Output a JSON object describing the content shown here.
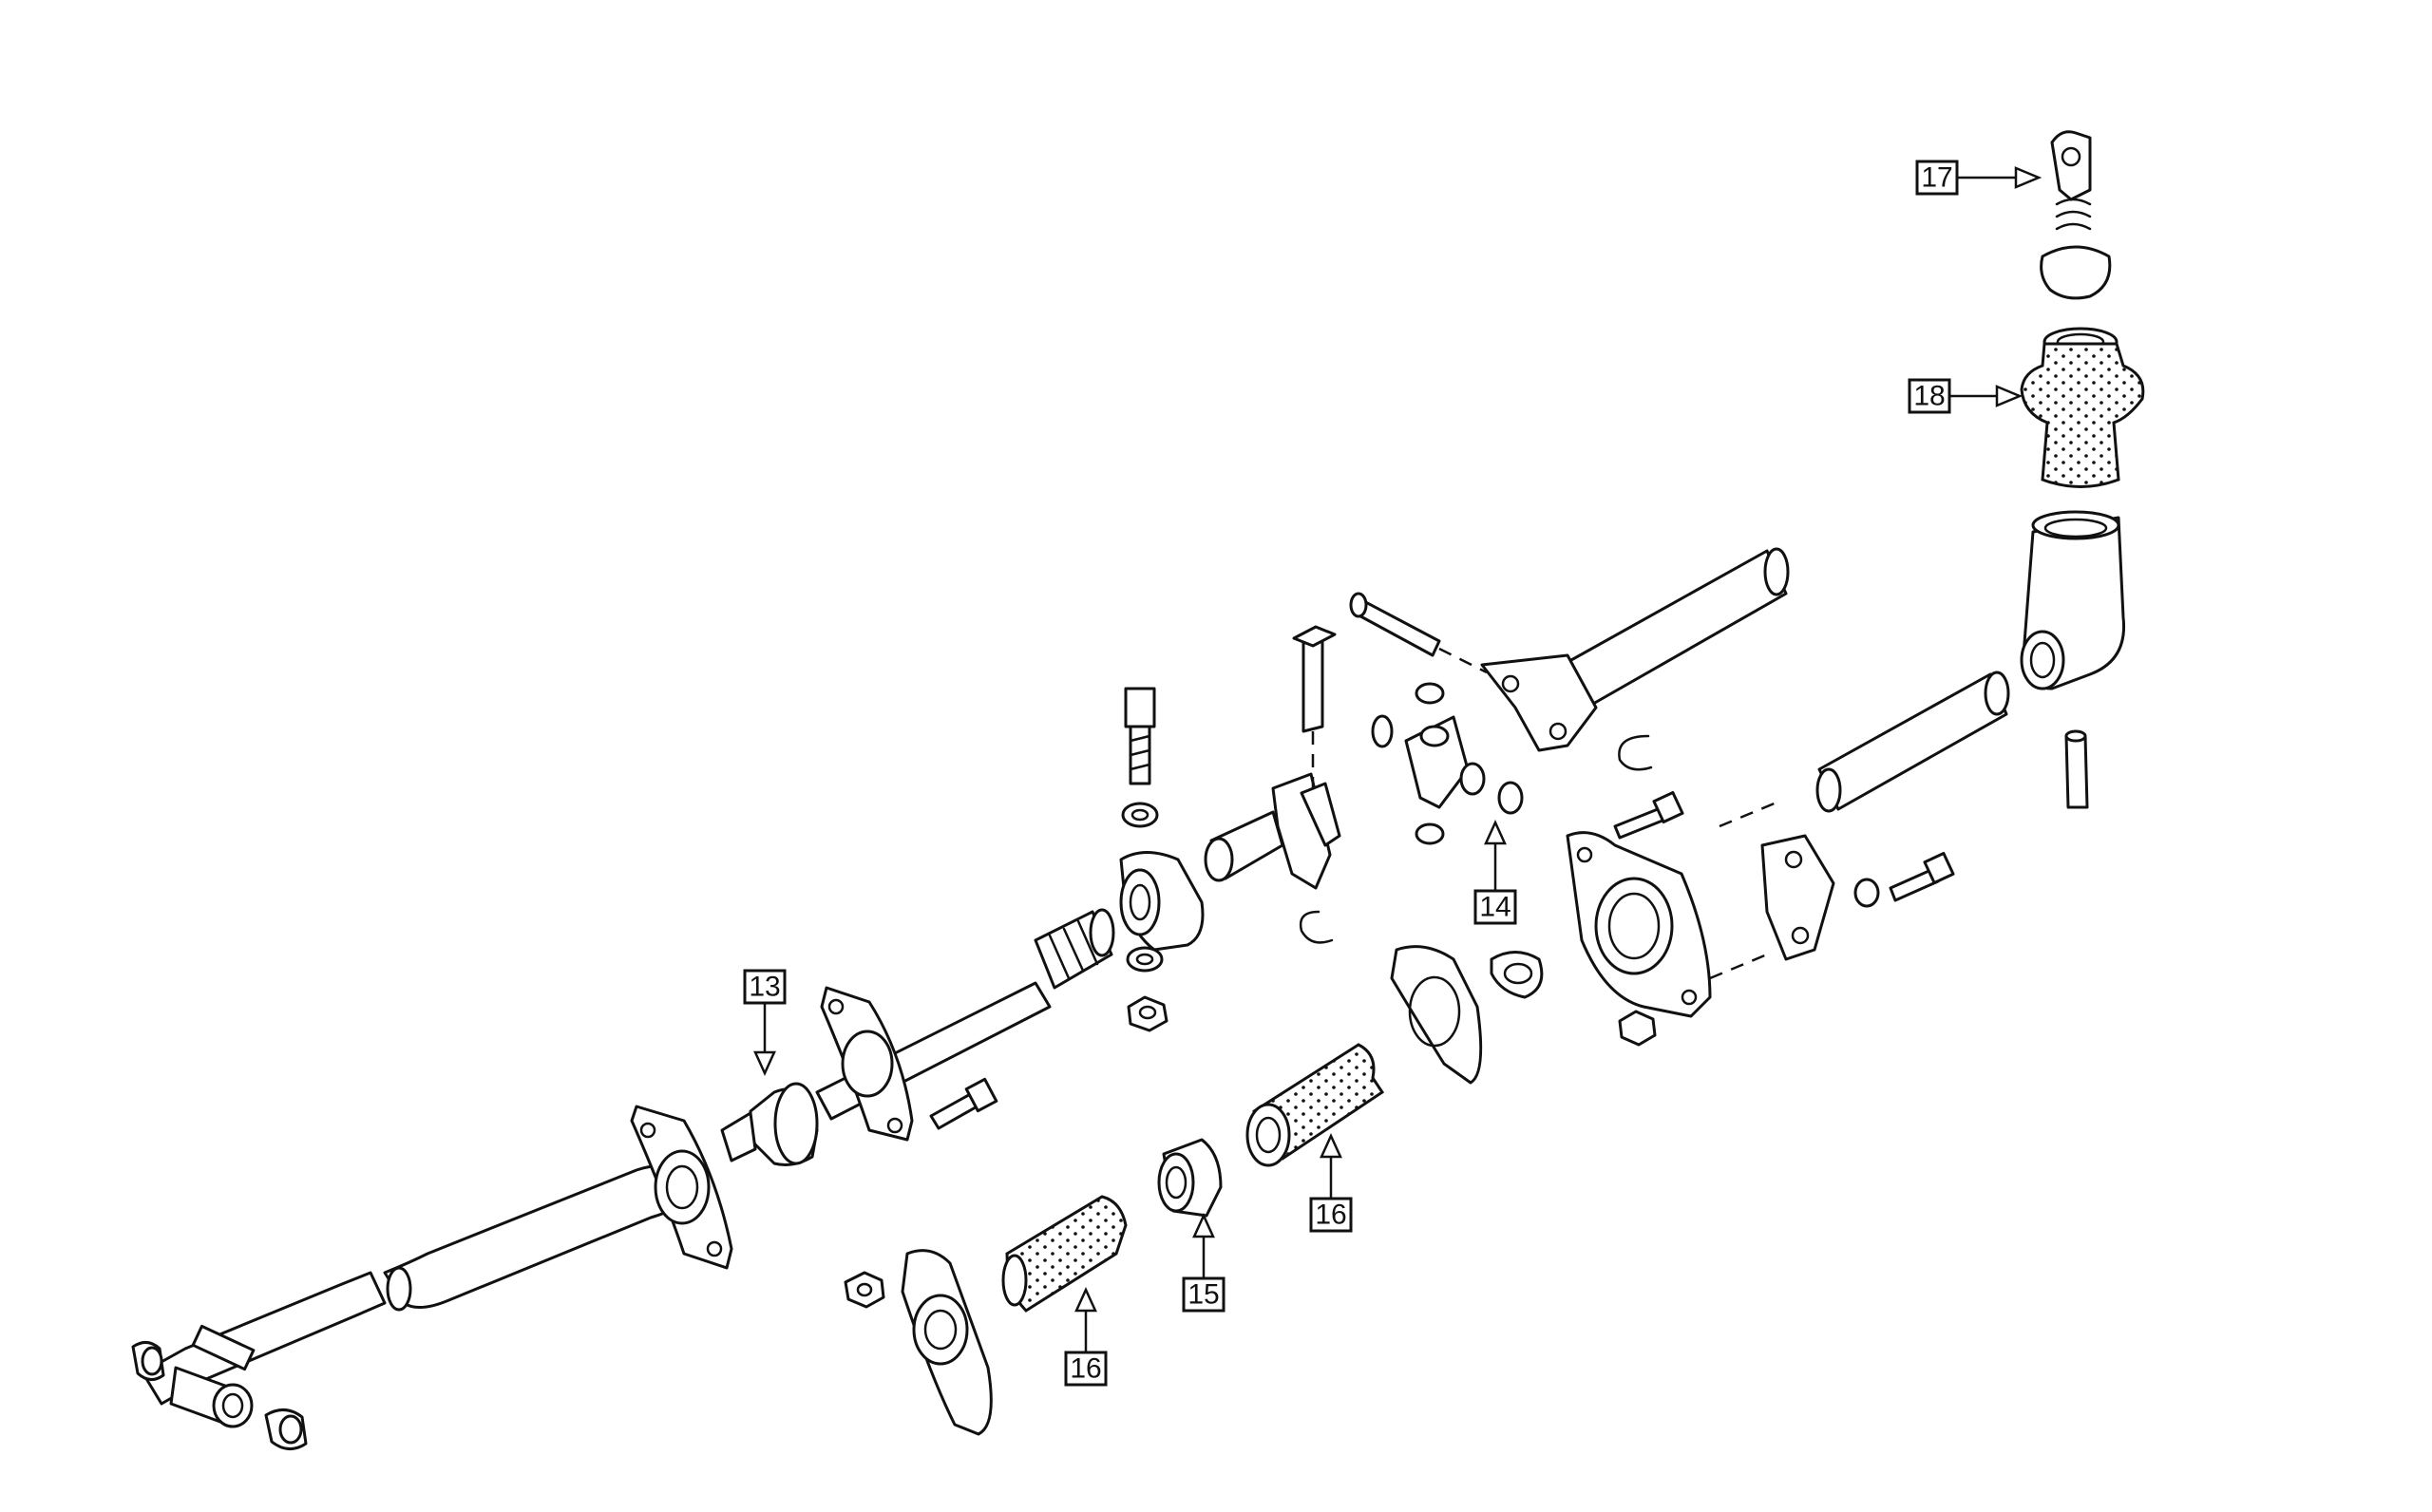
{
  "callouts": [
    {
      "id": "c13",
      "label": "13"
    },
    {
      "id": "c14",
      "label": "14"
    },
    {
      "id": "c15",
      "label": "15"
    },
    {
      "id": "c16a",
      "label": "16"
    },
    {
      "id": "c16b",
      "label": "16"
    },
    {
      "id": "c17",
      "label": "17"
    },
    {
      "id": "c18",
      "label": "18"
    }
  ],
  "colors": {
    "line": "#111111",
    "background": "#ffffff"
  }
}
